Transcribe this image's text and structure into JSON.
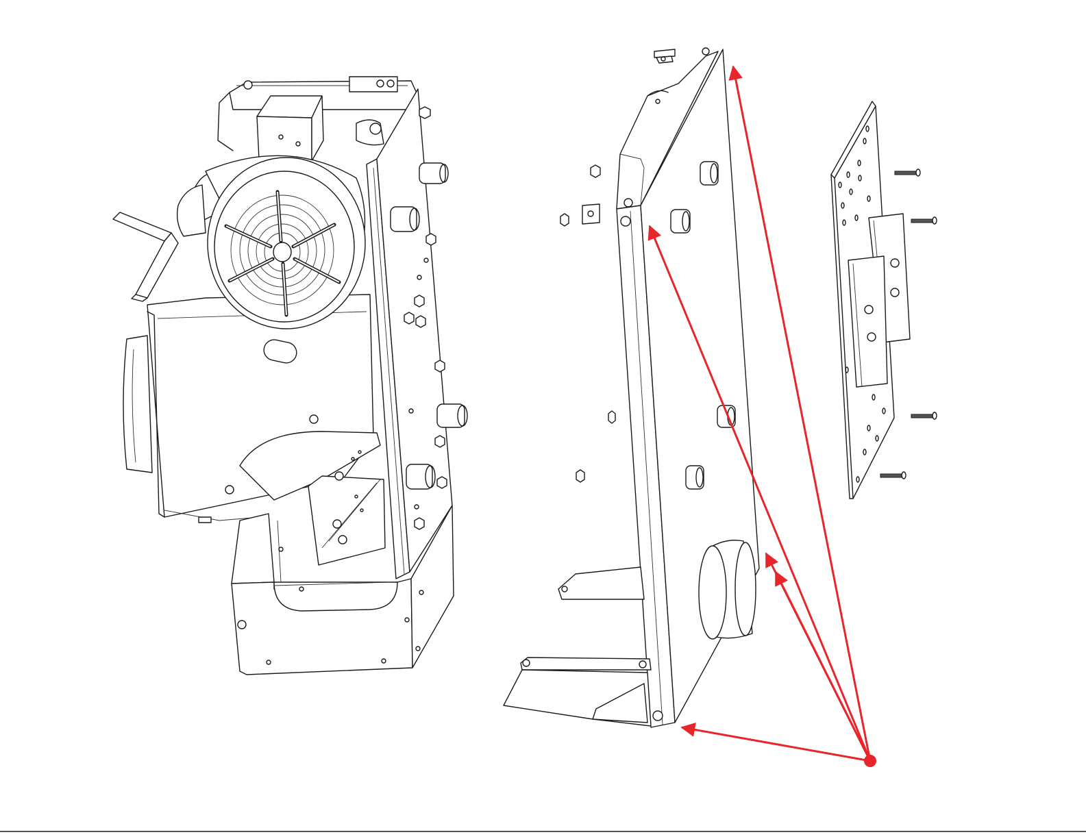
{
  "diagram": {
    "background": "#ffffff",
    "line_color": "#1a1a1a",
    "callout_color": "#e8252a",
    "parts": [
      "assembled-unit-left",
      "side-panel-exploded",
      "mounting-plate",
      "screws",
      "nuts"
    ],
    "callout_count": 5
  }
}
